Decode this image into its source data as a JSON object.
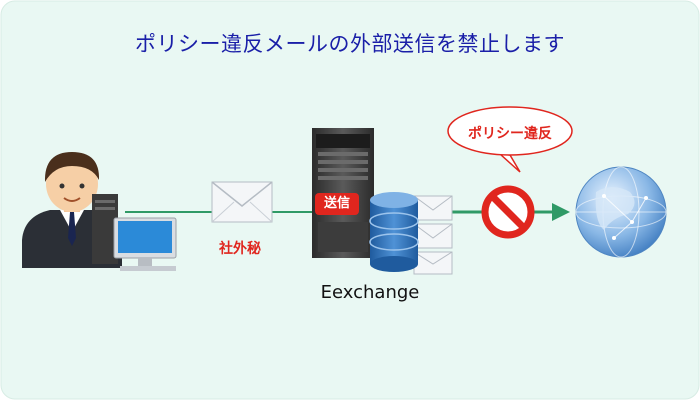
{
  "title": "ポリシー違反メールの外部送信を禁止します",
  "labels": {
    "confidential": "社外秘",
    "server": "Eexchange",
    "send": "送信",
    "violation": "ポリシー違反"
  },
  "icons": {
    "user": "businessman-icon",
    "pc": "desktop-pc-icon",
    "mail": "envelope-icon",
    "server": "server-tower-icon",
    "database": "database-icon",
    "prohibited": "prohibited-icon",
    "internet": "globe-icon"
  },
  "colors": {
    "background": "#e9f8f3",
    "title": "#1a1fa8",
    "connector": "#2f9a66",
    "alert": "#e0261e",
    "database": "#2d6fb6"
  }
}
